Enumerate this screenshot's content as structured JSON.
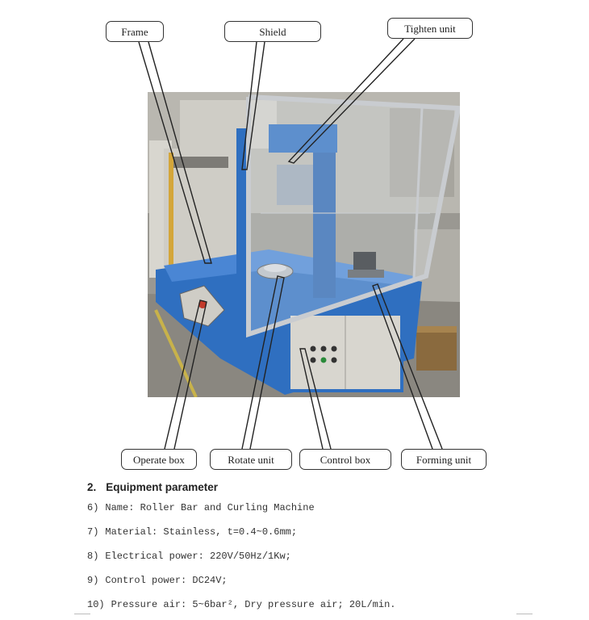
{
  "callouts": {
    "frame": "Frame",
    "shield": "Shield",
    "tighten": "Tighten unit",
    "operate": "Operate box",
    "rotate": "Rotate unit",
    "control": "Control box",
    "forming": "Forming unit"
  },
  "section": {
    "number": "2.",
    "title": "Equipment parameter"
  },
  "params": [
    {
      "num": "6)",
      "text": "Name: Roller Bar and Curling Machine"
    },
    {
      "num": "7)",
      "text": "Material: Stainless, t=0.4~0.6mm;"
    },
    {
      "num": "8)",
      "text": "Electrical power: 220V/50Hz/1Kw;"
    },
    {
      "num": "9)",
      "text": "Control power: DC24V;"
    },
    {
      "num": "10)",
      "text": "Pressure air: 5~6bar², Dry pressure air; 20L/min."
    }
  ],
  "colors": {
    "machine_blue": "#2f6fc0",
    "frame_silver": "#c9ccd0",
    "floor_grey": "#8a8780",
    "cabinet_grey": "#d8d6cf"
  }
}
